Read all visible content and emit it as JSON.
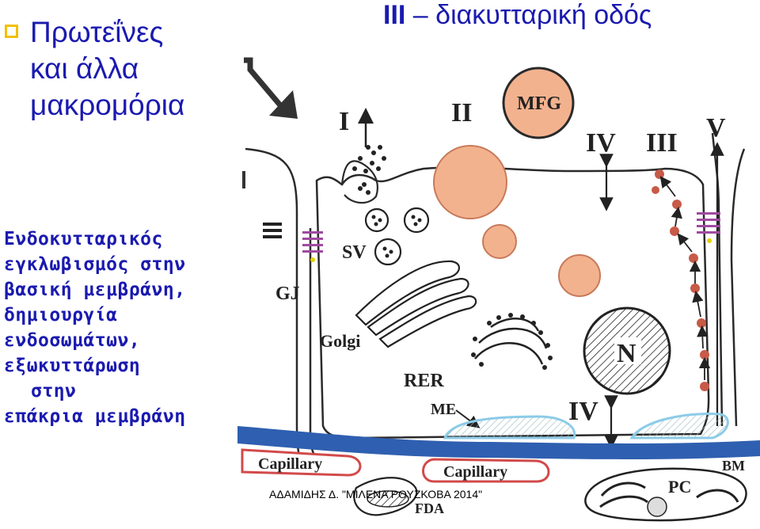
{
  "heading": {
    "lines": [
      "Πρωτεΐνες",
      "και άλλα",
      "μακρομόρια"
    ]
  },
  "title": {
    "numeral": "III",
    "dash": "–",
    "text": "διακυτταρική οδός"
  },
  "description": {
    "lines": [
      "Ενδοκυτταρικός",
      "εγκλωβισμός στην",
      "βασική μεμβράνη,",
      "δημιουργία",
      "ενδοσωμάτων,",
      "εξωκυττάρωση",
      "στην",
      "επάκρια μεμβράνη"
    ]
  },
  "diagram": {
    "labels": {
      "route_1": "I",
      "route_2": "II",
      "route_3": "III",
      "route_4_top": "IV",
      "route_4_bottom": "IV",
      "route_5": "V",
      "mfg": "MFG",
      "sv": "SV",
      "gj": "GJ",
      "golgi": "Golgi",
      "rer": "RER",
      "me": "ME",
      "nucleus": "N",
      "capillary_left": "Capillary",
      "capillary_mid": "Capillary",
      "bm": "BM",
      "pc": "PC",
      "fda": "FDA"
    },
    "colors": {
      "membrane": "#2a2a2a",
      "basement_membrane": "#2f5fb0",
      "capillary": "#d24a4a",
      "droplet": "#f3b28e",
      "vesicle_dot": "#c85a48",
      "myoepithelial": "#8ccbe8",
      "junction": "#a04aa0",
      "junction_dot": "#e6d000"
    }
  },
  "credit": "ΑΔΑΜΙΔΗΣ Δ. \"ΜΙΛΕΝΑ ΡΟΥΖΚΟΒΑ 2014\""
}
